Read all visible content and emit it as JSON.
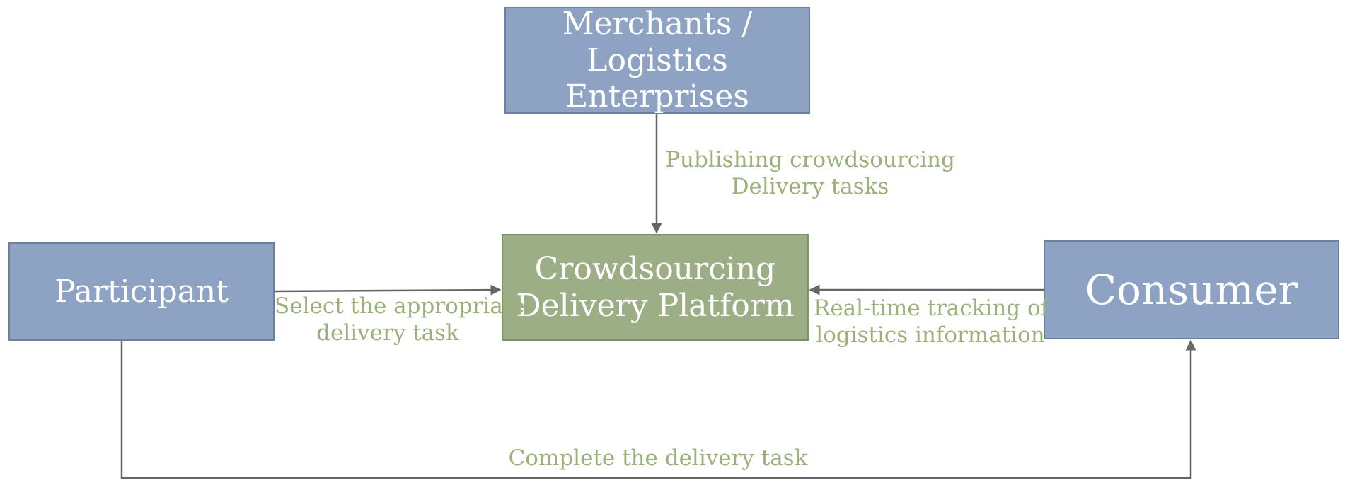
{
  "nodes": {
    "merchants": {
      "lines": [
        "Merchants / Logistics",
        "Enterprises"
      ]
    },
    "platform": {
      "lines": [
        "Crowdsourcing",
        "Delivery Platform"
      ]
    },
    "participant": {
      "lines": [
        "Participant"
      ]
    },
    "consumer": {
      "lines": [
        "Consumer"
      ]
    }
  },
  "edges": {
    "publish": {
      "lines": [
        "Publishing crowdsourcing",
        "Delivery tasks"
      ]
    },
    "select": {
      "lines": [
        "Select the appropriate",
        "delivery task"
      ]
    },
    "track": {
      "lines": [
        "Real-time tracking of",
        "logistics information"
      ]
    },
    "complete": {
      "lines": [
        "Complete the delivery task"
      ]
    }
  },
  "colors": {
    "node_blue": "#8ea3c3",
    "node_green": "#9cae85",
    "label_green": "#9cb17a",
    "arrow_gray": "#666666"
  }
}
